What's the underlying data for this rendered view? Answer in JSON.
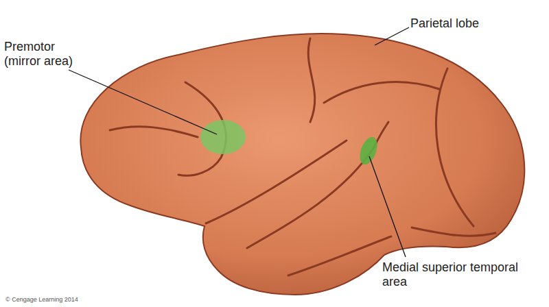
{
  "diagram": {
    "labels": [
      "Premotor (mirror area)",
      "Parietal lobe",
      "Medial superior temporal area",
      "© Cengage Learning 2014"
    ]
  }
}
